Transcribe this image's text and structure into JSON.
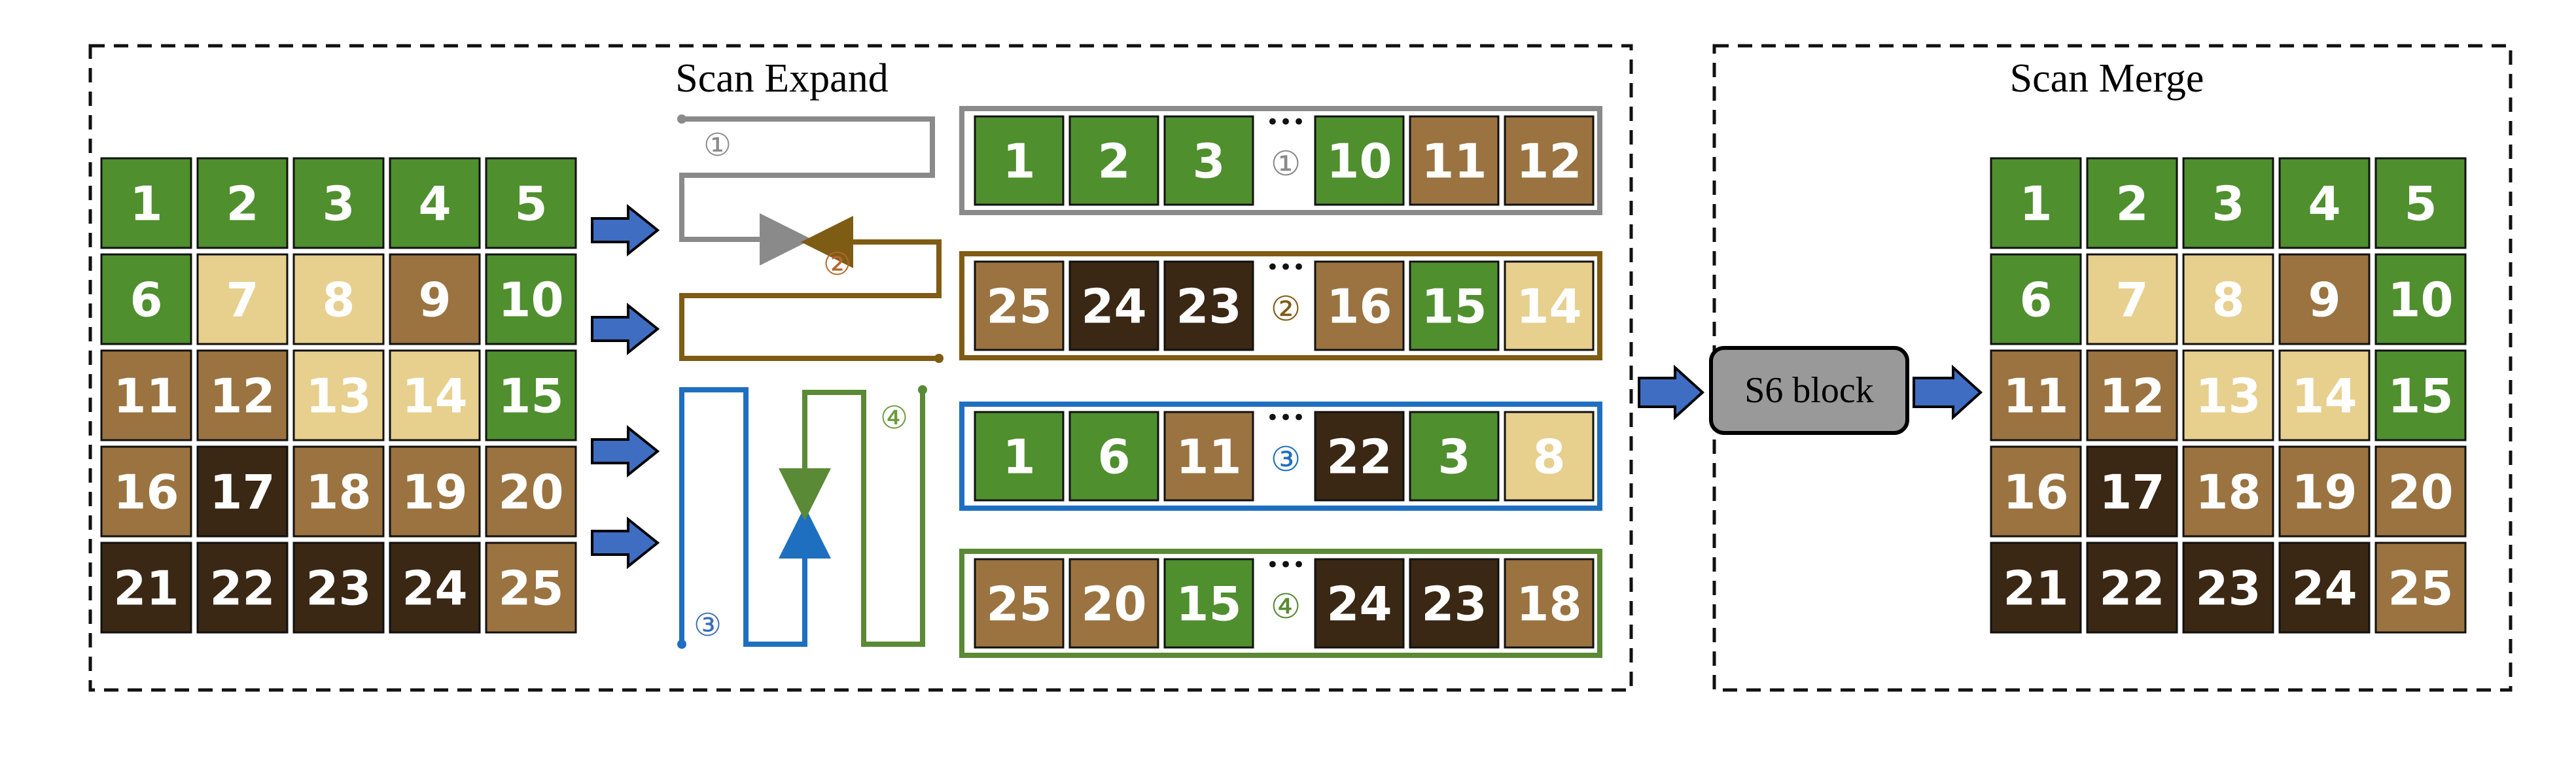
{
  "expand_title": "Scan Expand",
  "merge_title": "Scan Merge",
  "block_label": "S6 block",
  "ellipsis": "•••",
  "grid_numbers": [
    "1",
    "2",
    "3",
    "4",
    "5",
    "6",
    "7",
    "8",
    "9",
    "10",
    "11",
    "12",
    "13",
    "14",
    "15",
    "16",
    "17",
    "18",
    "19",
    "20",
    "21",
    "22",
    "23",
    "24",
    "25"
  ],
  "path_markers": [
    {
      "label": "①",
      "color": "#8a8a8a"
    },
    {
      "label": "②",
      "color": "#b5652b"
    },
    {
      "label": "③",
      "color": "#3a6fb5"
    },
    {
      "label": "④",
      "color": "#6a9a3c"
    }
  ],
  "sequences": [
    {
      "color": "#8a8a8a",
      "marker": "①",
      "left": [
        "1",
        "2",
        "3"
      ],
      "right": [
        "10",
        "11",
        "12"
      ]
    },
    {
      "color": "#7f5c14",
      "marker": "②",
      "left": [
        "25",
        "24",
        "23"
      ],
      "right": [
        "16",
        "15",
        "14"
      ]
    },
    {
      "color": "#1f6fc0",
      "marker": "③",
      "left": [
        "1",
        "6",
        "11"
      ],
      "right": [
        "22",
        "3",
        "8"
      ]
    },
    {
      "color": "#5a8a35",
      "marker": "④",
      "left": [
        "25",
        "20",
        "15"
      ],
      "right": [
        "24",
        "23",
        "18"
      ]
    }
  ],
  "colors": {
    "grass": "#4f8f2e",
    "fur_light": "#e7cf8e",
    "fur_mid": "#9a7340",
    "fur_dark": "#3a2814",
    "arrow_fill": "#3e6dc2",
    "block_fill": "#999999"
  }
}
